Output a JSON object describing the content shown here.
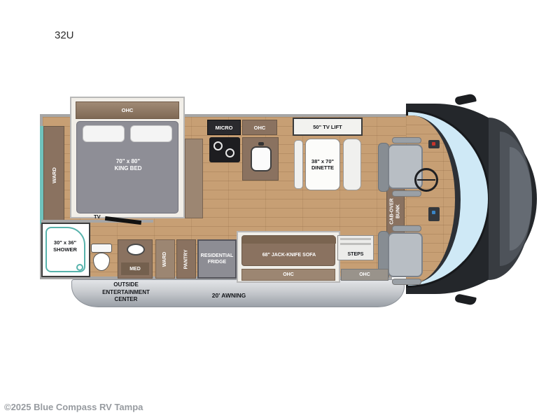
{
  "page": {
    "model": "32U",
    "watermark": "©2025 Blue Compass RV Tampa"
  },
  "bedroom": {
    "ohc": "OHC",
    "bed_size": "70\" x 80\"",
    "bed_name": "KING BED",
    "ward": "WARD",
    "tv": "TV"
  },
  "kitchen": {
    "micro": "MICRO",
    "ohc": "OHC"
  },
  "living": {
    "tv_lift": "50\" TV LIFT",
    "dinette_size": "38\" x 70\"",
    "dinette_name": "DINETTE",
    "sofa": "68\" JACK-KNIFE SOFA",
    "sofa_ohc": "OHC",
    "steps": "STEPS",
    "entry_ohc": "OHC"
  },
  "bath": {
    "shower_size": "30\" x 36\"",
    "shower_name": "SHOWER",
    "med": "MED",
    "ward": "WARD",
    "pantry": "PANTRY",
    "fridge_1": "RESIDENTIAL",
    "fridge_2": "FRIDGE"
  },
  "cab": {
    "bunk_1": "CAB-OVER",
    "bunk_2": "BUNK"
  },
  "exterior": {
    "outside_1": "OUTSIDE",
    "outside_2": "ENTERTAINMENT",
    "outside_3": "CENTER",
    "awning": "20' AWNING"
  },
  "colors": {
    "wood_floor": "#c79f74",
    "cabinet_dark": "#8a7260",
    "cabinet_light": "#9c8672",
    "teal_accent": "#5bb7b0",
    "windshield": "#cfe9f6",
    "cab_body": "#24272b",
    "awning_gray": "#aeb2b8"
  }
}
